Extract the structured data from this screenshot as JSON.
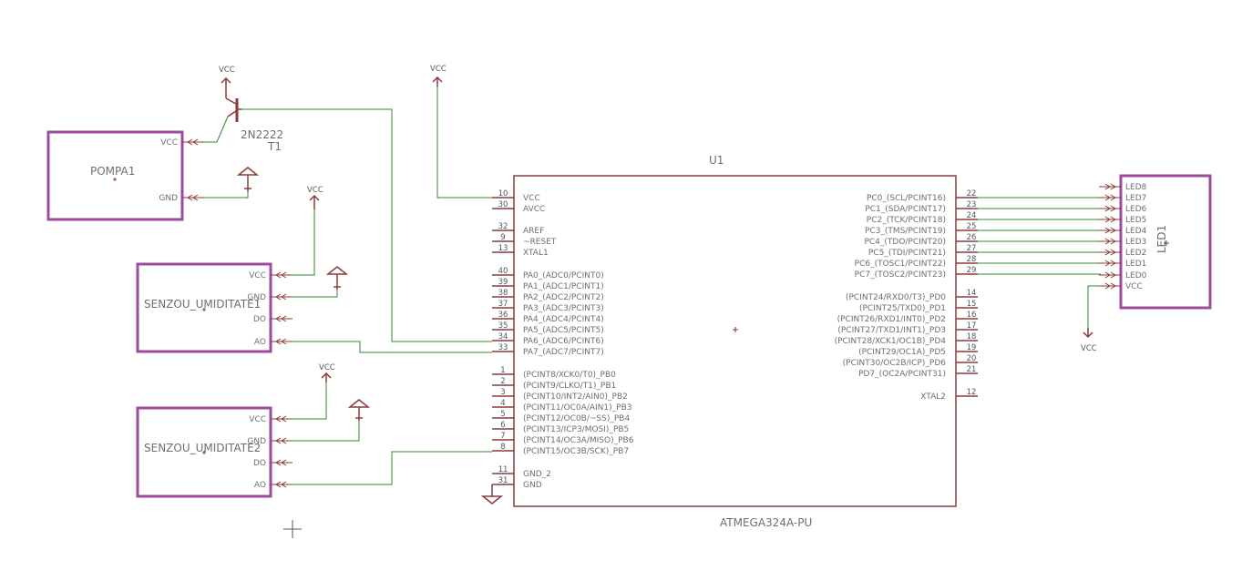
{
  "colors": {
    "body": "#8b3a3a",
    "module": "#9b4c9e",
    "wire": "#2e8b2e",
    "text": "#6e6e6e",
    "pin_number": "#555555"
  },
  "mcu": {
    "name": "U1",
    "value": "ATMEGA324A-PU",
    "left_pins": [
      {
        "num": "10",
        "label": "VCC"
      },
      {
        "num": "30",
        "label": "AVCC"
      },
      {
        "num": "32",
        "label": "AREF"
      },
      {
        "num": "9",
        "label": "~RESET"
      },
      {
        "num": "13",
        "label": "XTAL1"
      },
      {
        "num": "40",
        "label": "PA0_(ADC0/PCINT0)"
      },
      {
        "num": "39",
        "label": "PA1_(ADC1/PCINT1)"
      },
      {
        "num": "38",
        "label": "PA2_(ADC2/PCINT2)"
      },
      {
        "num": "37",
        "label": "PA3_(ADC3/PCINT3)"
      },
      {
        "num": "36",
        "label": "PA4_(ADC4/PCINT4)"
      },
      {
        "num": "35",
        "label": "PA5_(ADC5/PCINT5)"
      },
      {
        "num": "34",
        "label": "PA6_(ADC6/PCINT6)"
      },
      {
        "num": "33",
        "label": "PA7_(ADC7/PCINT7)"
      },
      {
        "num": "1",
        "label": "(PCINT8/XCK0/T0)_PB0"
      },
      {
        "num": "2",
        "label": "(PCINT9/CLKO/T1)_PB1"
      },
      {
        "num": "3",
        "label": "(PCINT10/INT2/AIN0)_PB2"
      },
      {
        "num": "4",
        "label": "(PCINT11/OC0A/AIN1)_PB3"
      },
      {
        "num": "5",
        "label": "(PCINT12/OC0B/~SS)_PB4"
      },
      {
        "num": "6",
        "label": "(PCINT13/ICP3/MOSI)_PB5"
      },
      {
        "num": "7",
        "label": "(PCINT14/OC3A/MISO)_PB6"
      },
      {
        "num": "8",
        "label": "(PCINT15/OC3B/SCK)_PB7"
      },
      {
        "num": "11",
        "label": "GND_2"
      },
      {
        "num": "31",
        "label": "GND"
      }
    ],
    "right_pins": [
      {
        "num": "22",
        "label": "PC0_(SCL/PCINT16)"
      },
      {
        "num": "23",
        "label": "PC1_(SDA/PCINT17)"
      },
      {
        "num": "24",
        "label": "PC2_(TCK/PCINT18)"
      },
      {
        "num": "25",
        "label": "PC3_(TMS/PCINT19)"
      },
      {
        "num": "26",
        "label": "PC4_(TDO/PCINT20)"
      },
      {
        "num": "27",
        "label": "PC5_(TDI/PCINT21)"
      },
      {
        "num": "28",
        "label": "PC6_(TOSC1/PCINT22)"
      },
      {
        "num": "29",
        "label": "PC7_(TOSC2/PCINT23)"
      },
      {
        "num": "14",
        "label": "(PCINT24/RXD0/T3)_PD0"
      },
      {
        "num": "15",
        "label": "(PCINT25/TXD0)_PD1"
      },
      {
        "num": "16",
        "label": "(PCINT26/RXD1/INT0)_PD2"
      },
      {
        "num": "17",
        "label": "(PCINT27/TXD1/INT1)_PD3"
      },
      {
        "num": "18",
        "label": "(PCINT28/XCK1/OC1B)_PD4"
      },
      {
        "num": "19",
        "label": "(PCINT29/OC1A)_PD5"
      },
      {
        "num": "20",
        "label": "(PCINT30/OC2B/ICP)_PD6"
      },
      {
        "num": "21",
        "label": "PD7_(OC2A/PCINT31)"
      },
      {
        "num": "12",
        "label": "XTAL2"
      }
    ]
  },
  "pump": {
    "name": "POMPA1",
    "pins": [
      "VCC",
      "GND"
    ]
  },
  "sensor1": {
    "name": "SENZOU_UMIDITATE1",
    "pins": [
      "VCC",
      "GND",
      "DO",
      "AO"
    ]
  },
  "sensor2": {
    "name": "SENZOU_UMIDITATE2",
    "pins": [
      "VCC",
      "GND",
      "DO",
      "AO"
    ]
  },
  "led_bar": {
    "name": "LED1",
    "pins": [
      "LED8",
      "LED7",
      "LED6",
      "LED5",
      "LED4",
      "LED3",
      "LED2",
      "LED1",
      "LED0",
      "VCC"
    ]
  },
  "transistor": {
    "value": "2N2222",
    "name": "T1"
  },
  "supply_label": "VCC"
}
